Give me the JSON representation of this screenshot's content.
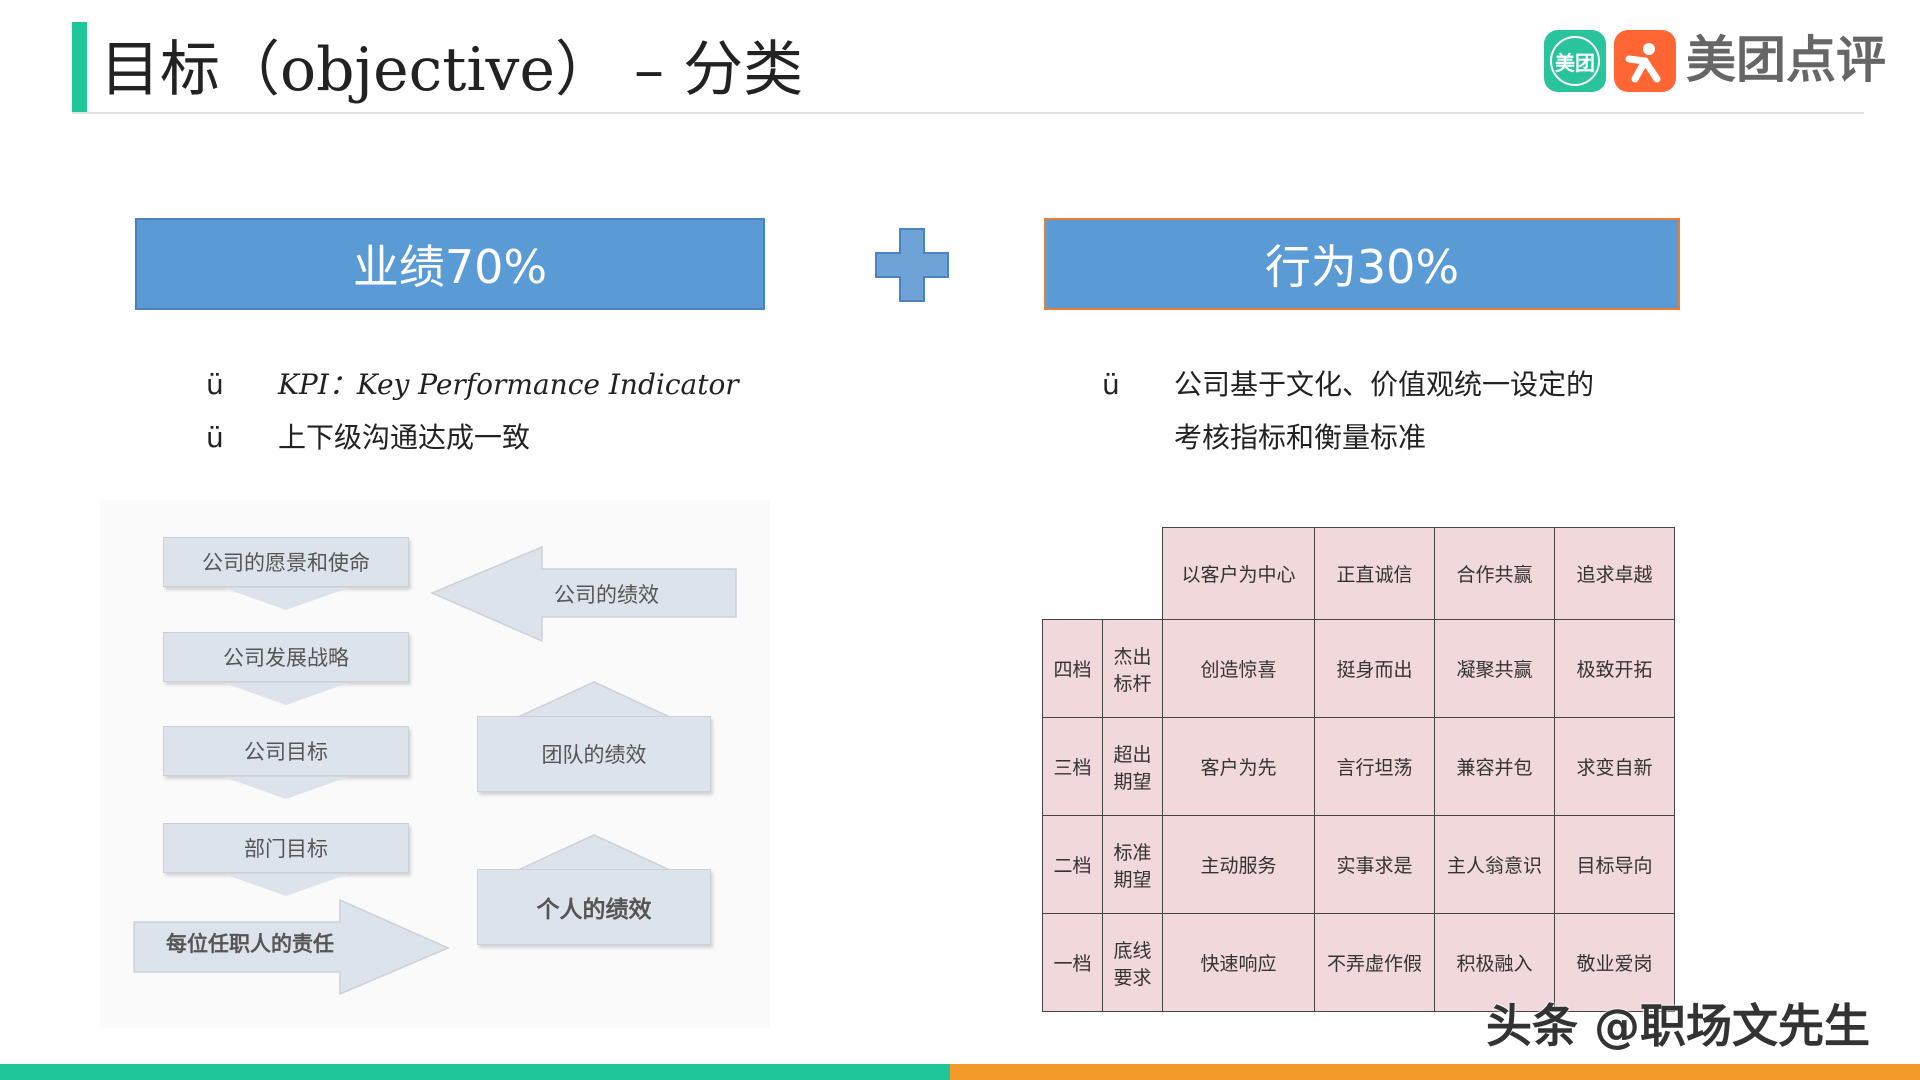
{
  "header": {
    "title": "目标（objective） – 分类",
    "logo_badge": "美团",
    "logo_text": "美团点评"
  },
  "categories": {
    "left": "业绩70%",
    "right": "行为30%"
  },
  "bullets": {
    "mark": "ü",
    "left": [
      "KPI：Key Performance Indicator",
      "上下级沟通达成一致"
    ],
    "right": [
      "公司基于文化、价值观统一设定的",
      "考核指标和衡量标准"
    ]
  },
  "diagram": {
    "flow": [
      "公司的愿景和使命",
      "公司发展战略",
      "公司目标",
      "部门目标"
    ],
    "final": "每位任职人的责任",
    "company_perf": "公司的绩效",
    "team_perf": "团队的绩效",
    "individual_perf": "个人的绩效"
  },
  "values_table": {
    "header": [
      "以客户为中心",
      "正直诚信",
      "合作共赢",
      "追求卓越"
    ],
    "rows": [
      {
        "level": "四档",
        "desc": [
          "杰出",
          "标杆"
        ],
        "cells": [
          "创造惊喜",
          "挺身而出",
          "凝聚共赢",
          "极致开拓"
        ]
      },
      {
        "level": "三档",
        "desc": [
          "超出",
          "期望"
        ],
        "cells": [
          "客户为先",
          "言行坦荡",
          "兼容并包",
          "求变自新"
        ]
      },
      {
        "level": "二档",
        "desc": [
          "标准",
          "期望"
        ],
        "cells": [
          "主动服务",
          "实事求是",
          "主人翁意识",
          "目标导向"
        ]
      },
      {
        "level": "一档",
        "desc": [
          "底线",
          "要求"
        ],
        "cells": [
          "快速响应",
          "不弄虚作假",
          "积极融入",
          "敬业爱岗"
        ]
      }
    ]
  },
  "watermark": "头条 @职场文先生",
  "colors": {
    "accent_green": "#1ec69a",
    "box_blue": "#5b9bd5",
    "box_orange_border": "#ed7d31",
    "table_pink": "#f1d8da",
    "footer_orange": "#f39a2b"
  }
}
